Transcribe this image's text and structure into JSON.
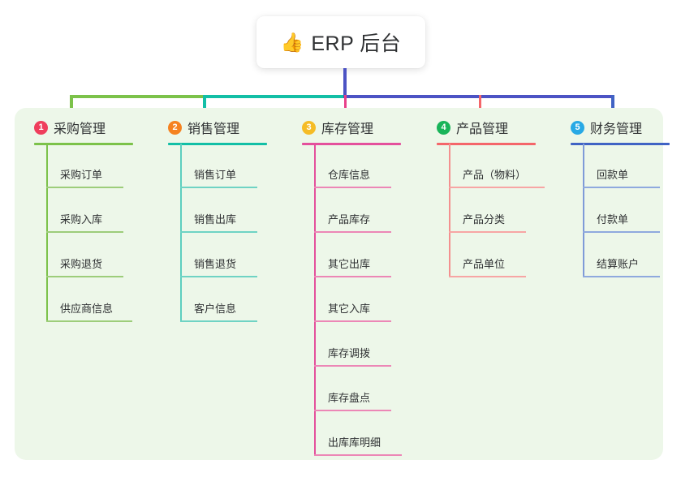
{
  "page": {
    "background": "#ffffff",
    "panel_color": "#edf7e9",
    "text_color": "#2f3133"
  },
  "root": {
    "emoji": "👍",
    "emoji_name": "thumbs-up-icon",
    "title": "ERP 后台",
    "connector_color": "#4c53c4"
  },
  "bus": {
    "segments": [
      {
        "name": "bus-segment-green",
        "color": "#7cc24a"
      },
      {
        "name": "bus-segment-teal",
        "color": "#13bfa6"
      },
      {
        "name": "bus-segment-blue",
        "color": "#4c53c4"
      }
    ]
  },
  "columns": [
    {
      "index": "1",
      "title": "采购管理",
      "badge_color": "#ef3e5c",
      "line_color": "#7cc24a",
      "drop_color": "#7cc24a",
      "items": [
        "采购订单",
        "采购入库",
        "采购退货",
        "供应商信息"
      ]
    },
    {
      "index": "2",
      "title": "销售管理",
      "badge_color": "#f58220",
      "line_color": "#13bfa6",
      "drop_color": "#13bfa6",
      "items": [
        "销售订单",
        "销售出库",
        "销售退货",
        "客户信息"
      ]
    },
    {
      "index": "3",
      "title": "库存管理",
      "badge_color": "#f5bc26",
      "line_color": "#e4509c",
      "drop_color": "#e8408a",
      "items": [
        "仓库信息",
        "产品库存",
        "其它出库",
        "其它入库",
        "库存调拨",
        "库存盘点",
        "出库库明细"
      ]
    },
    {
      "index": "4",
      "title": "产品管理",
      "badge_color": "#19b459",
      "line_color": "#f4666a",
      "drop_color": "#f4666a",
      "items": [
        "产品（物料）",
        "产品分类",
        "产品单位"
      ]
    },
    {
      "index": "5",
      "title": "财务管理",
      "badge_color": "#28a9e5",
      "line_color": "#4063c4",
      "drop_color": "#4063c4",
      "items": [
        "回款单",
        "付款单",
        "结算账户"
      ]
    }
  ]
}
